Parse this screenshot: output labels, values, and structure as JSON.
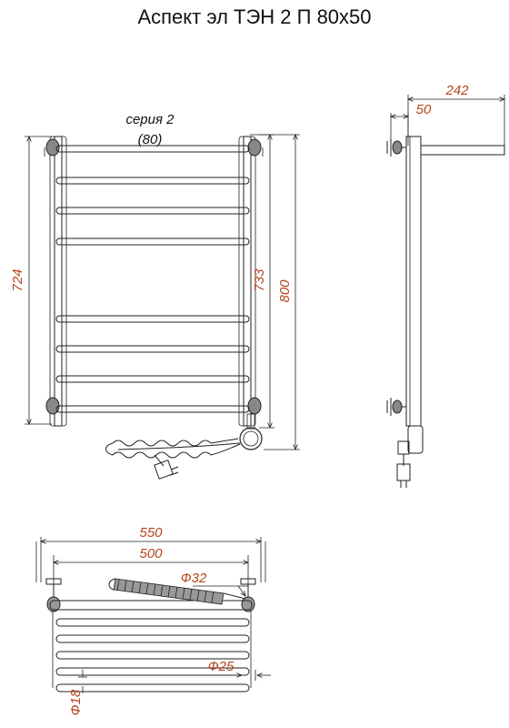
{
  "title": "Аспект эл ТЭН 2 П 80х50",
  "series_note": {
    "line1": "серия 2",
    "line2": "(80)"
  },
  "front_view": {
    "height_left": "724",
    "height_inner": "733",
    "height_total": "800"
  },
  "side_view": {
    "depth_total": "242",
    "depth_mount": "50"
  },
  "top_view": {
    "width_total": "550",
    "width_axis": "500",
    "dia_heater": "Ф32",
    "dia_rail": "Ф25",
    "dia_bar": "Ф18"
  },
  "colors": {
    "dimension_text": "#b5451b",
    "lines": "#222222"
  }
}
